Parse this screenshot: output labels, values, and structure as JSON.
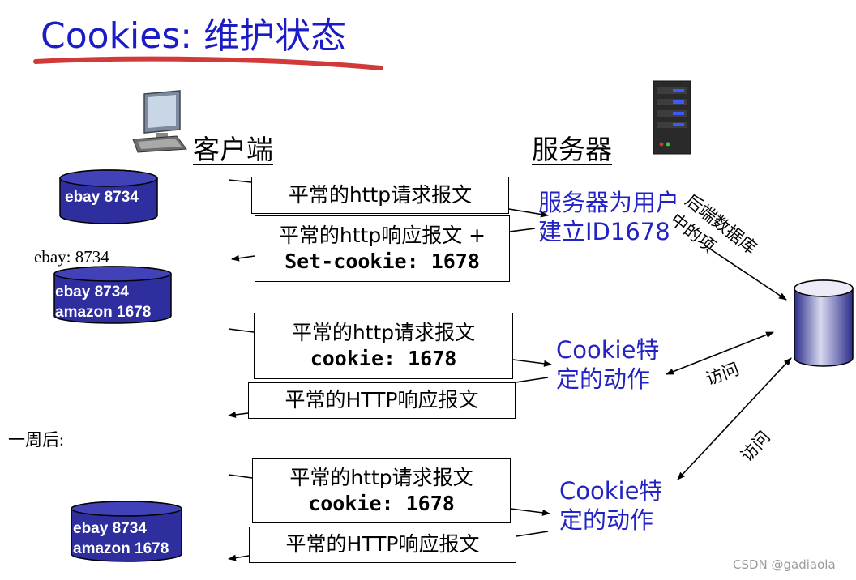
{
  "title": "Cookies: 维护状态",
  "client": {
    "label": "客户端"
  },
  "server": {
    "label": "服务器"
  },
  "messages": {
    "m1": {
      "line1": "平常的http请求报文"
    },
    "m2": {
      "line1": "平常的http响应报文 +",
      "line2": "Set-cookie: 1678"
    },
    "m3": {
      "line1": "平常的http请求报文",
      "line2": "cookie: 1678"
    },
    "m4": {
      "line1": "平常的HTTP响应报文"
    },
    "m5": {
      "line1": "平常的http请求报文",
      "line2": "cookie: 1678"
    },
    "m6": {
      "line1": "平常的HTTP响应报文"
    }
  },
  "cookie_files": {
    "c1": {
      "line1": "ebay 8734"
    },
    "c2": {
      "line1": "ebay 8734",
      "line2": "amazon 1678"
    },
    "c3": {
      "line1": "ebay 8734",
      "line2": "amazon 1678"
    }
  },
  "side_labels": {
    "ebay": "ebay: 8734",
    "week_later": "一周后:"
  },
  "server_notes": {
    "create_id": {
      "line1": "服务器为用户",
      "line2": "建立ID1678"
    },
    "action1": {
      "line1": "Cookie特",
      "line2": "定的动作"
    },
    "action2": {
      "line1": "Cookie特",
      "line2": "定的动作"
    }
  },
  "db_note": {
    "line1": "后端数据库",
    "line2": "中的项"
  },
  "access_labels": {
    "a1": "访问",
    "a2": "访问"
  },
  "watermark": "CSDN @gadiaola",
  "colors": {
    "title": "#1b1bc8",
    "underline": "#d23a3a",
    "cylinder": "#2e2e9e",
    "note_text": "#2323c4"
  }
}
